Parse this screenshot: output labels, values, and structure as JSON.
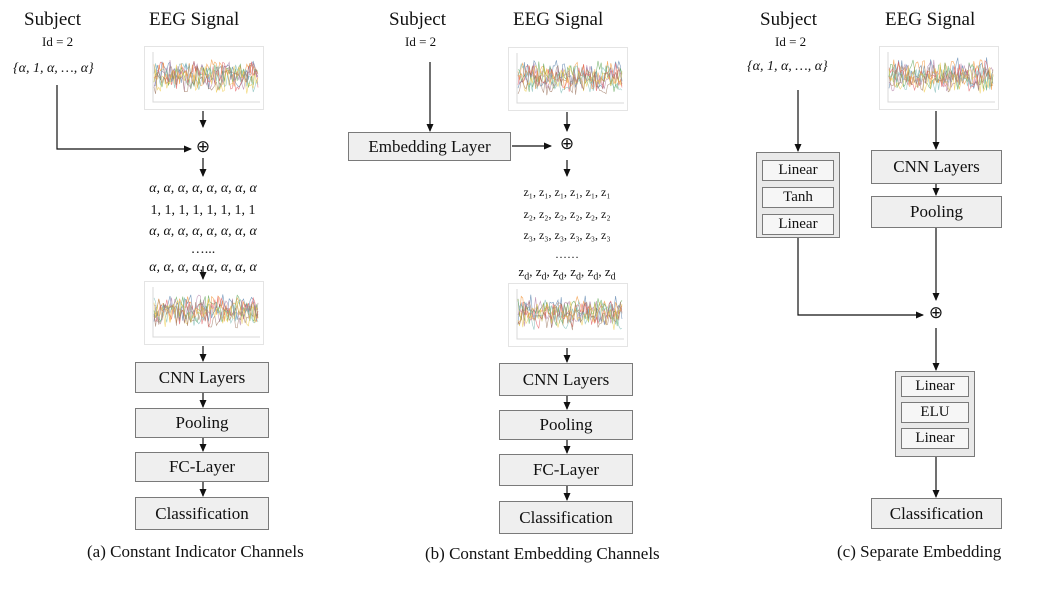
{
  "panels": {
    "a": {
      "subject_title": "Subject",
      "subject_id": "Id = 2",
      "subject_vector": "{α, 1, α, …, α}",
      "signal_title": "EEG Signal",
      "plus": "⊕",
      "matrix_rows": [
        "α, α, α, α, α, α, α, α",
        "1,  1, 1, 1, 1, 1, 1, 1",
        "α, α, α, α, α, α, α, α",
        "…...",
        "α, α, α, α, α, α, α, α"
      ],
      "boxes": [
        "CNN Layers",
        "Pooling",
        "FC-Layer",
        "Classification"
      ],
      "caption": "(a) Constant Indicator Channels"
    },
    "b": {
      "subject_title": "Subject",
      "subject_id": "Id = 2",
      "signal_title": "EEG Signal",
      "embedding_label": "Embedding Layer",
      "plus": "⊕",
      "matrix_rows": [
        "z₁, z₁, z₁, z₁, z₁, z₁",
        "z₂, z₂, z₂, z₂, z₂, z₂",
        "z₃, z₃, z₃, z₃, z₃, z₃",
        "……",
        "z_d, z_d, z_d, z_d, z_d, z_d"
      ],
      "boxes": [
        "CNN Layers",
        "Pooling",
        "FC-Layer",
        "Classification"
      ],
      "caption": "(b) Constant Embedding Channels"
    },
    "c": {
      "subject_title": "Subject",
      "subject_id": "Id = 2",
      "subject_vector": "{α, 1, α, …, α}",
      "signal_title": "EEG Signal",
      "embed_layers": [
        "Linear",
        "Tanh",
        "Linear"
      ],
      "signal_boxes": [
        "CNN Layers",
        "Pooling"
      ],
      "plus": "⊕",
      "head_layers": [
        "Linear",
        "ELU",
        "Linear"
      ],
      "final_box": "Classification",
      "caption": "(c) Separate Embedding"
    }
  },
  "colors": {
    "box_fill": "#efefef",
    "box_border": "#7a7a7a",
    "arrow": "#111111"
  },
  "icons": [
    "eeg-signal-plot"
  ]
}
